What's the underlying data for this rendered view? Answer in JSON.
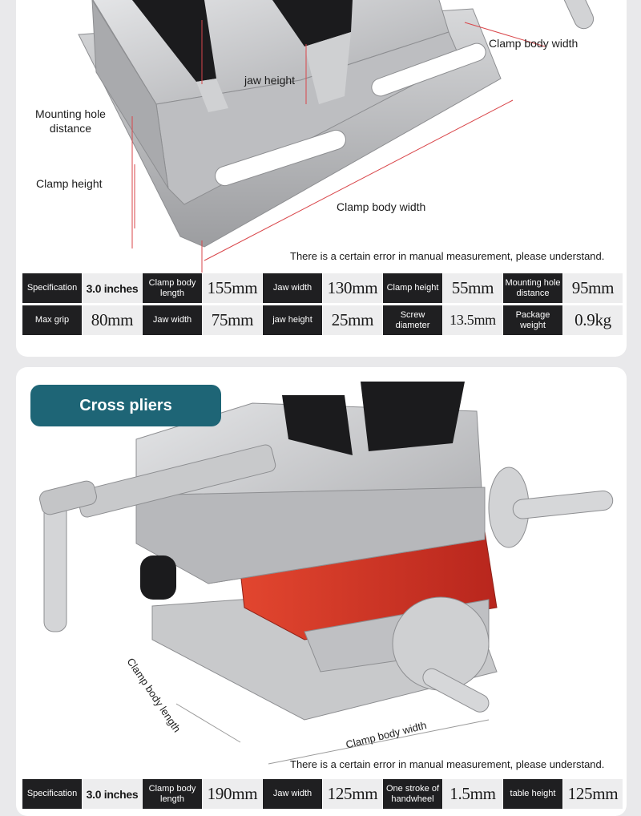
{
  "panel1": {
    "labels": {
      "clamp_body_width_top": "Clamp body width",
      "jaw_height": "jaw height",
      "mounting_hole_distance_1": "Mounting hole",
      "mounting_hole_distance_2": "distance",
      "clamp_height": "Clamp height",
      "clamp_body_width_bottom": "Clamp body width"
    },
    "note": "There is a certain error in manual measurement, please understand.",
    "specs": [
      [
        {
          "k": "Specification",
          "v": "3.0 inches"
        },
        {
          "k": "Clamp body length",
          "v": "155mm"
        },
        {
          "k": "Jaw width",
          "v": "130mm"
        },
        {
          "k": "Clamp height",
          "v": "55mm"
        },
        {
          "k": "Mounting hole distance",
          "v": "95mm"
        }
      ],
      [
        {
          "k": "Max grip",
          "v": "80mm"
        },
        {
          "k": "Jaw width",
          "v": "75mm"
        },
        {
          "k": "jaw height",
          "v": "25mm"
        },
        {
          "k": "Screw diameter",
          "v": "13.5mm"
        },
        {
          "k": "Package weight",
          "v": "0.9kg"
        }
      ]
    ]
  },
  "panel2": {
    "title": "Cross pliers",
    "labels": {
      "clamp_body_length": "Clamp body length",
      "clamp_body_width": "Clamp body width"
    },
    "note": "There is a certain error in manual measurement, please understand.",
    "specs": [
      [
        {
          "k": "Specification",
          "v": "3.0 inches"
        },
        {
          "k": "Clamp body length",
          "v": "190mm"
        },
        {
          "k": "Jaw width",
          "v": "125mm"
        },
        {
          "k": "One stroke of handwheel",
          "v": "1.5mm"
        },
        {
          "k": "table height",
          "v": "125mm"
        }
      ]
    ]
  },
  "colors": {
    "dimension_line": "#d9464a",
    "title_pill": "#1e6576",
    "spec_key_bg": "#1f1f21",
    "spec_value_bg": "#ededee",
    "vise_body": "#c3c4c6",
    "jaw_plate": "#1b1b1d",
    "cross_slide": "#d8382c"
  }
}
